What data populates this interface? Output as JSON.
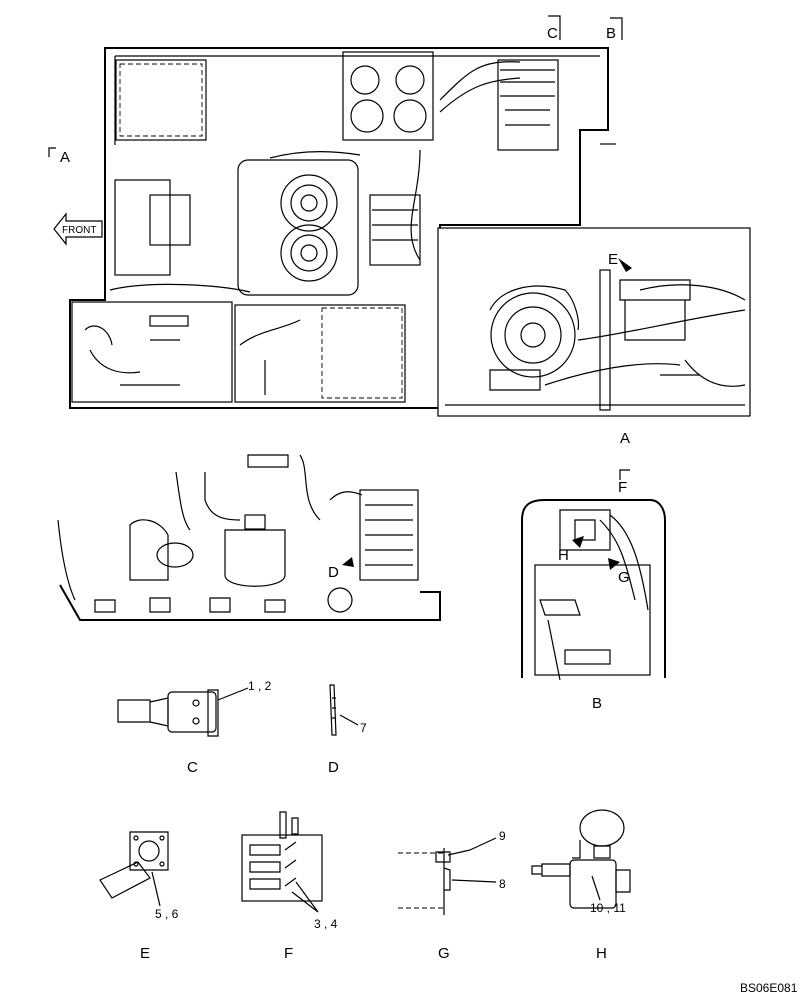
{
  "drawing": {
    "front_label": "FRONT",
    "ref_code": "BS06E081",
    "section_markers": {
      "A": "A",
      "B": "B",
      "C": "C",
      "F": "F"
    },
    "detail_pointers": {
      "D": "D",
      "E": "E",
      "G": "G",
      "H": "H"
    },
    "view_titles": {
      "A": "A",
      "B": "B",
      "C": "C",
      "D": "D",
      "E": "E",
      "F": "F",
      "G": "G",
      "H": "H"
    },
    "callouts": {
      "c12": "1 , 2",
      "c7": "7",
      "c56": "5 , 6",
      "c34": "3 , 4",
      "c9": "9",
      "c8": "8",
      "c1011": "10 , 11"
    }
  }
}
